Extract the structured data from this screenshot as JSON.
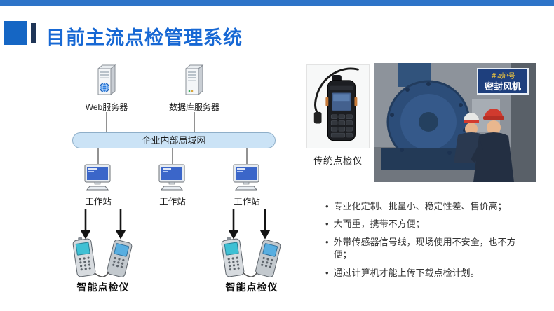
{
  "colors": {
    "top_bar": "#2E74C8",
    "title_blue": "#1768D4",
    "lan_fill": "#CBE3F6",
    "sign_blue": "#1E3F7D"
  },
  "header": {
    "title": "目前主流点检管理系统"
  },
  "diagram": {
    "servers": [
      {
        "label": "Web服务器"
      },
      {
        "label": "数据库服务器"
      }
    ],
    "lan_label": "企业内部局域网",
    "workstation_labels": [
      "工作站",
      "工作站",
      "工作站"
    ],
    "device_group_labels": [
      "智能点检仪",
      "智能点检仪"
    ]
  },
  "right_panel": {
    "traditional_device_caption": "传统点检仪",
    "photo_sign": {
      "line1": "＃4炉号",
      "line2": "密封风机"
    },
    "bullet_char": "•",
    "bullets": [
      "专业化定制、批量小、稳定性差、售价高；",
      "大而重，携带不方便；",
      "外带传感器信号线，现场使用不安全，也不方便；",
      "通过计算机才能上传下载点检计划。"
    ]
  }
}
